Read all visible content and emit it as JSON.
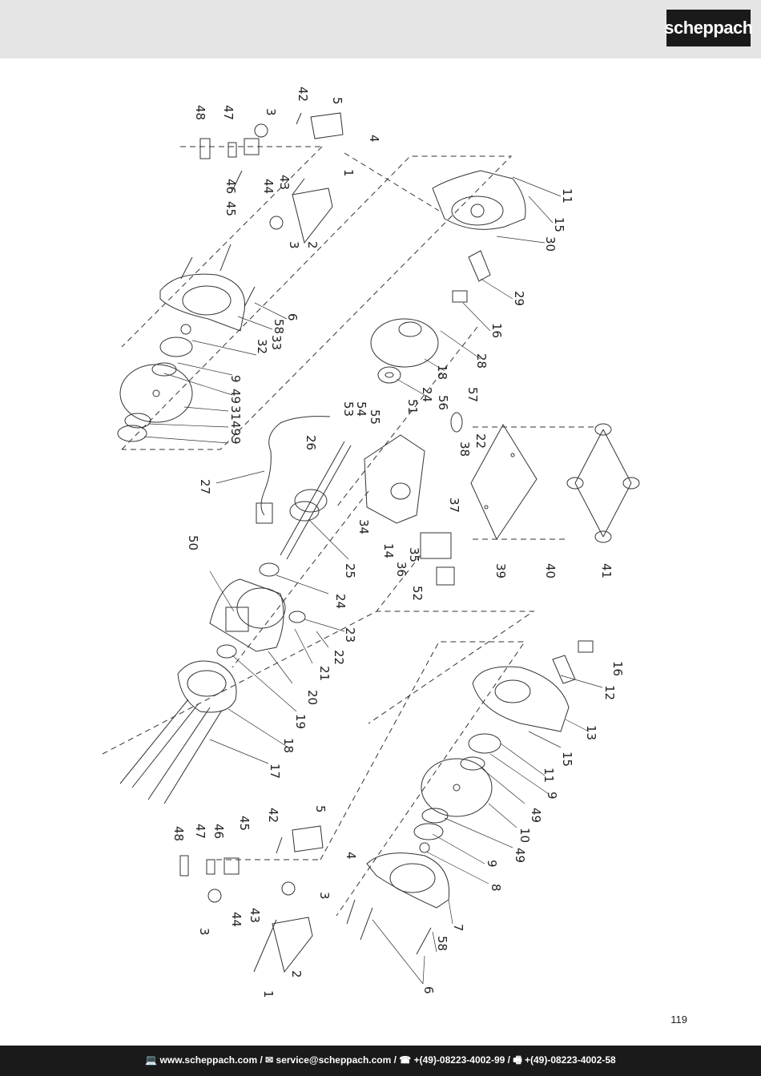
{
  "header": {
    "brand": "scheppach"
  },
  "diagram": {
    "part_numbers": {
      "p48a": "48",
      "p47a": "47",
      "p3a": "3",
      "p42a": "42",
      "p5a": "5",
      "p4a": "4",
      "p1a": "1",
      "p43a": "43",
      "p44a": "44",
      "p46a": "46",
      "p45a": "45",
      "p2a": "2",
      "p3b": "3",
      "p11a": "11",
      "p15a": "15",
      "p30": "30",
      "p29": "29",
      "p16a": "16",
      "p28": "28",
      "p18a": "18",
      "p24a": "24",
      "p6a": "6",
      "p58a": "58",
      "p33": "33",
      "p32": "32",
      "p9a": "9",
      "p49a": "49",
      "p31": "31",
      "p49b": "49",
      "p9b": "9",
      "p26": "26",
      "p27": "27",
      "p53": "53",
      "p54": "54",
      "p55": "55",
      "p51": "51",
      "p56": "56",
      "p57": "57",
      "p22a": "22",
      "p38": "38",
      "p37": "37",
      "p34": "34",
      "p14": "14",
      "p35": "35",
      "p36": "36",
      "p52": "52",
      "p39": "39",
      "p40": "40",
      "p41": "41",
      "p50": "50",
      "p25": "25",
      "p24b": "24",
      "p23": "23",
      "p22b": "22",
      "p21": "21",
      "p20": "20",
      "p19": "19",
      "p18b": "18",
      "p17": "17",
      "p16b": "16",
      "p12": "12",
      "p13": "13",
      "p15b": "15",
      "p11b": "11",
      "p9c": "9",
      "p49c": "49",
      "p10": "10",
      "p49d": "49",
      "p9d": "9",
      "p8": "8",
      "p7": "7",
      "p58b": "58",
      "p6b": "6",
      "p48b": "48",
      "p47b": "47",
      "p46b": "46",
      "p45b": "45",
      "p42b": "42",
      "p5b": "5",
      "p4b": "4",
      "p3c": "3",
      "p3d": "3",
      "p44b": "44",
      "p43b": "43",
      "p2b": "2",
      "p1b": "1"
    }
  },
  "page_number": "119",
  "footer": {
    "text": "💻 www.scheppach.com / ✉ service@scheppach.com / ☎ +(49)-08223-4002-99 / 🖷 +(49)-08223-4002-58"
  }
}
